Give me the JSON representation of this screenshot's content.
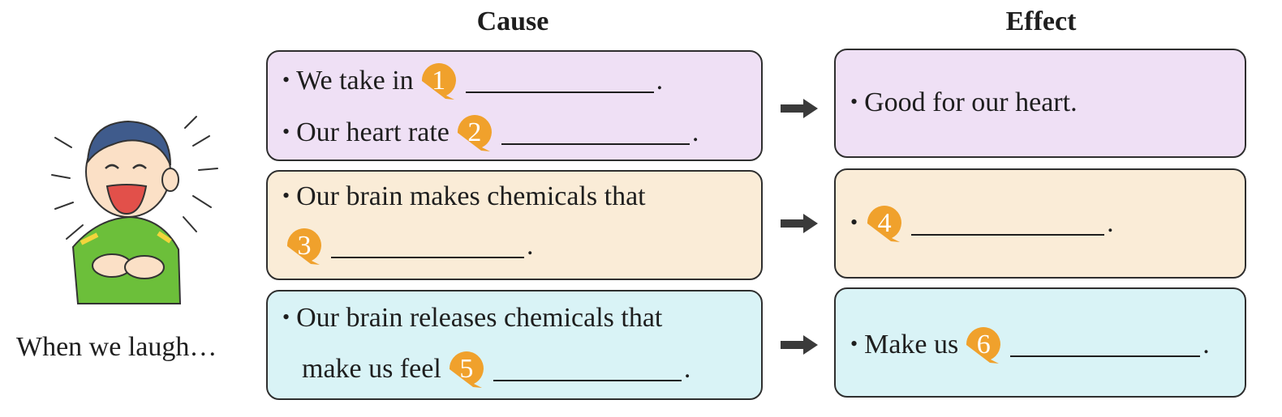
{
  "headers": {
    "cause": "Cause",
    "effect": "Effect"
  },
  "caption": "When we laugh…",
  "rows": [
    {
      "color": "#efe0f5",
      "cause_lines": [
        {
          "before": "We take in",
          "badge": "1",
          "after": "."
        },
        {
          "before": "Our heart rate",
          "badge": "2",
          "after": "."
        }
      ],
      "effect_lines": [
        {
          "before": "Good for our heart.",
          "badge": "",
          "after": ""
        }
      ]
    },
    {
      "color": "#faecd7",
      "cause_lines": [
        {
          "before": "Our brain makes chemicals that",
          "badge": "",
          "after": ""
        },
        {
          "before": "",
          "badge": "3",
          "after": "."
        }
      ],
      "effect_lines": [
        {
          "before": "",
          "badge": "4",
          "after": "."
        }
      ]
    },
    {
      "color": "#d9f3f6",
      "cause_lines": [
        {
          "before": "Our brain releases chemicals that",
          "badge": "",
          "after": ""
        },
        {
          "before": "make us feel",
          "badge": "5",
          "after": "."
        }
      ],
      "effect_lines": [
        {
          "before": "Make us",
          "badge": "6",
          "after": "."
        }
      ]
    }
  ],
  "colors": {
    "badge": "#f0a12c",
    "arrow": "#3a3a3a"
  }
}
